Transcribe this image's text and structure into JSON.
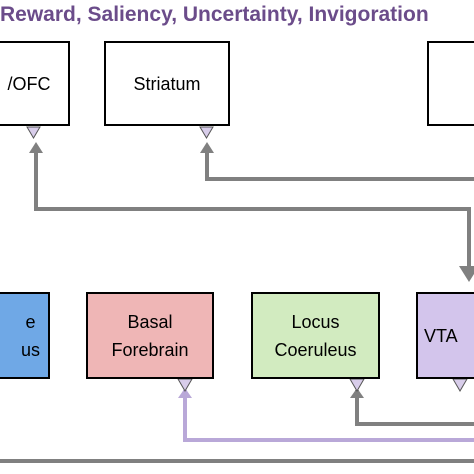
{
  "title": {
    "text": "Reward, Saliency, Uncertainty, Invigoration",
    "color": "#6b4c8a"
  },
  "top_row": [
    {
      "id": "ofc",
      "label": "/OFC",
      "fill": "#ffffff"
    },
    {
      "id": "striatum",
      "label": "Striatum",
      "fill": "#ffffff"
    },
    {
      "id": "right",
      "label": "",
      "fill": "#ffffff"
    }
  ],
  "bottom_row": [
    {
      "id": "raphe",
      "lines": [
        "e",
        "us"
      ],
      "fill": "#6fa8e6"
    },
    {
      "id": "basal",
      "lines": [
        "Basal",
        "Forebrain"
      ],
      "fill": "#efb6b6"
    },
    {
      "id": "lc",
      "lines": [
        "Locus",
        "Coeruleus"
      ],
      "fill": "#d2ebc0"
    },
    {
      "id": "vta",
      "lines": [
        "VTA"
      ],
      "fill": "#d3c5ec"
    }
  ],
  "colors": {
    "arrow_gray": "#808080",
    "arrow_purple": "#b9a8d8",
    "triangle_fill": "#d8cdea"
  }
}
